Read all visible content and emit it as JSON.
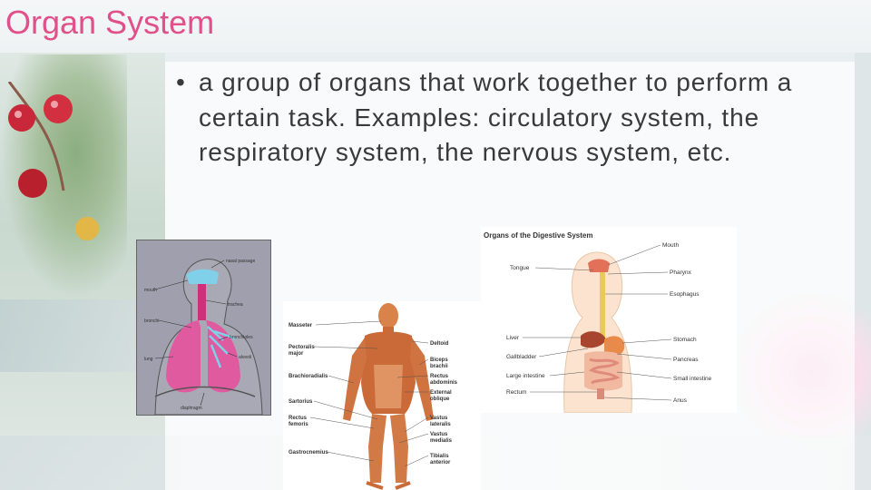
{
  "slide": {
    "title": "Organ System",
    "bullet": "a group of organs that work together to perform a certain task. Examples: circulatory system, the respiratory system, the nervous system, etc.",
    "bullet_marker": "•"
  },
  "respiratory_figure": {
    "labels": {
      "nasal": "nasal passage",
      "mouth": "mouth",
      "trachea": "trachea",
      "bronchi": "bronchi",
      "bronchioles": "bronchioles",
      "lung": "lung",
      "alveoli": "alveoli",
      "diaphragm": "diaphragm"
    }
  },
  "muscular_figure": {
    "labels": {
      "masseter": "Masseter",
      "pectoralis": "Pectoralis",
      "pectoralis2": "major",
      "brachioradialis": "Brachioradialis",
      "sartorius": "Sartorius",
      "rectus_femoris": "Rectus",
      "rectus_femoris2": "femoris",
      "gastrocnemius": "Gastrocnemius",
      "deltoid": "Deltoid",
      "biceps": "Biceps",
      "biceps2": "brachii",
      "rectus_abdominis": "Rectus",
      "rectus_abdominis2": "abdominis",
      "external_oblique": "External",
      "external_oblique2": "oblique",
      "vastus_lateralis": "Vastus",
      "vastus_lateralis2": "lateralis",
      "vastus_medialis": "Vastus",
      "vastus_medialis2": "medialis",
      "tibialis": "Tibialis",
      "tibialis2": "anterior"
    }
  },
  "digestive_figure": {
    "title": "Organs of the Digestive System",
    "labels": {
      "mouth": "Mouth",
      "tongue": "Tongue",
      "pharynx": "Pharynx",
      "esophagus": "Esophagus",
      "liver": "Liver",
      "stomach": "Stomach",
      "gallbladder": "Gallbladder",
      "pancreas": "Pancreas",
      "large_intestine": "Large intestine",
      "small_intestine": "Small intestine",
      "rectum": "Rectum",
      "anus": "Anus"
    }
  },
  "colors": {
    "title": "#e0508a",
    "body_text": "#3a3a3a"
  }
}
